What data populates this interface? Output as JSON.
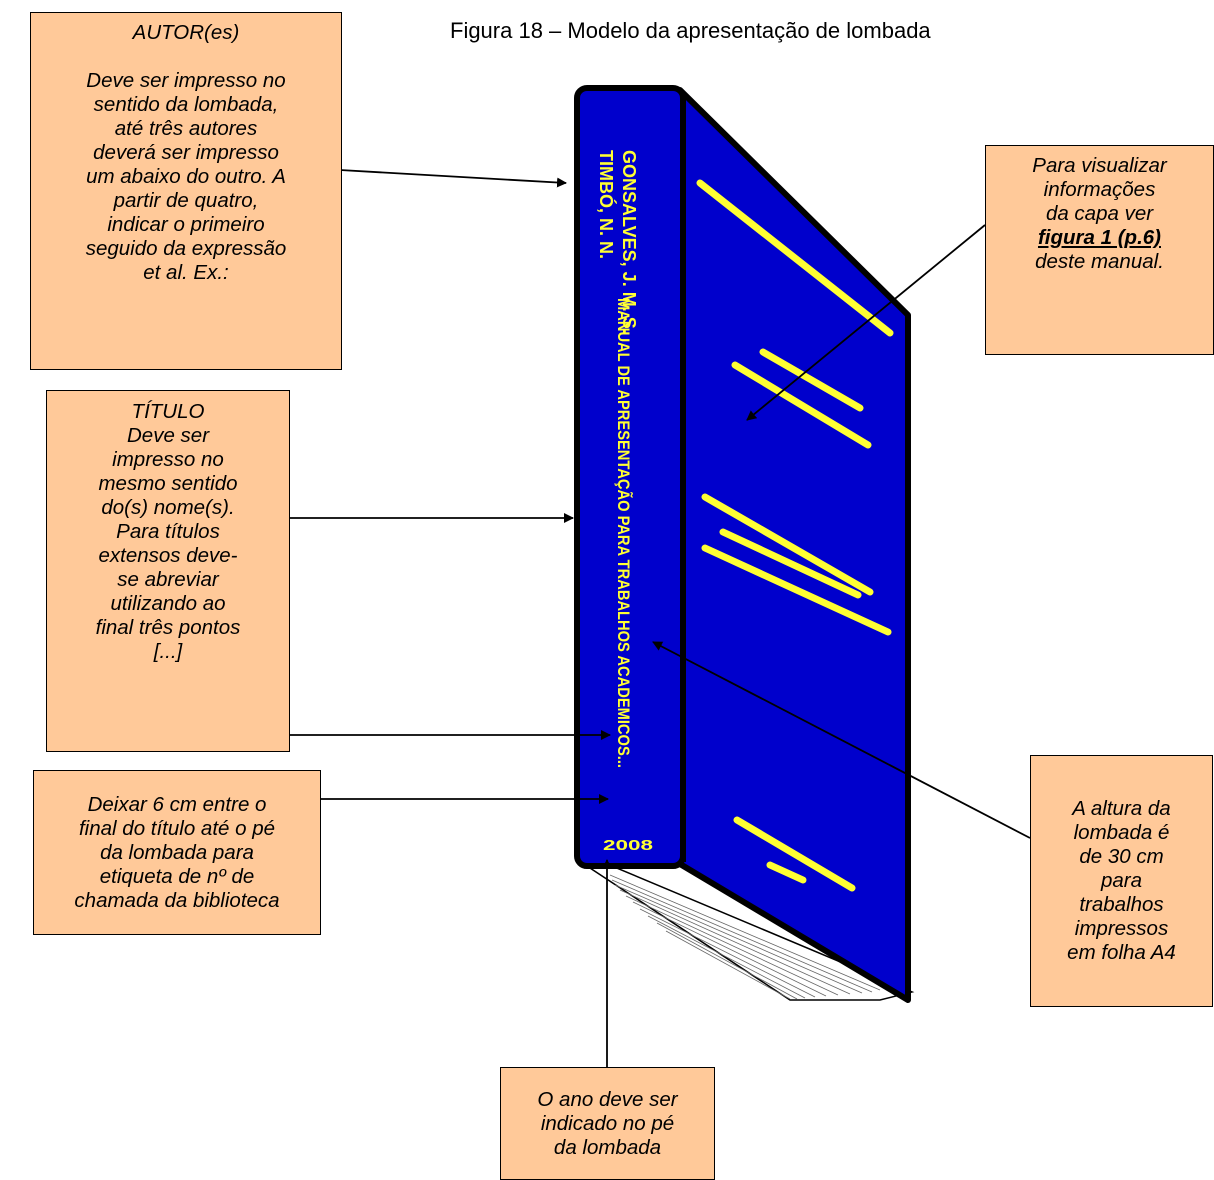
{
  "figure": {
    "title": "Figura 18 – Modelo da apresentação de lombada"
  },
  "spine": {
    "authors": [
      "TIMBÓ, N. N.",
      "GONSALVES, J. M. S."
    ],
    "title": "MANUAL DE APRESENTAÇÃO PARA TRABALHOS ACADEMICOS...",
    "year": "2008"
  },
  "notes": {
    "autor": {
      "lines": [
        "AUTOR(es)",
        "",
        "Deve ser impresso no",
        "sentido da lombada,",
        "até três autores",
        "deverá ser impresso",
        "um abaixo do outro. A",
        "partir de quatro,",
        "indicar o primeiro",
        "seguido da expressão",
        "et al. Ex.:"
      ]
    },
    "titulo": {
      "lines": [
        "TÍTULO",
        "Deve ser",
        "impresso no",
        "mesmo sentido",
        "do(s) nome(s).",
        "Para títulos",
        "extensos deve-",
        "se abreviar",
        "utilizando ao",
        "final três pontos",
        "[...]"
      ]
    },
    "espaco": {
      "lines": [
        "Deixar 6 cm entre o",
        "final do título até o pé",
        "da lombada para",
        "etiqueta de nº de",
        "chamada da biblioteca"
      ]
    },
    "capa": {
      "line1": "Para visualizar",
      "line2": "informações",
      "line3": "da capa ver",
      "ref": "figura 1 (p.6)",
      "line5": "deste manual."
    },
    "altura": {
      "lines": [
        "A altura da",
        "lombada é",
        "de 30 cm",
        "para",
        "trabalhos",
        "impressos",
        "em folha A4"
      ]
    },
    "ano": {
      "lines": [
        "O ano deve ser",
        "indicado no pé",
        "da lombada"
      ]
    }
  },
  "colors": {
    "note_fill": "#ffc999",
    "book_blue": "#0000cc",
    "stripe_yellow": "#ffff33"
  }
}
